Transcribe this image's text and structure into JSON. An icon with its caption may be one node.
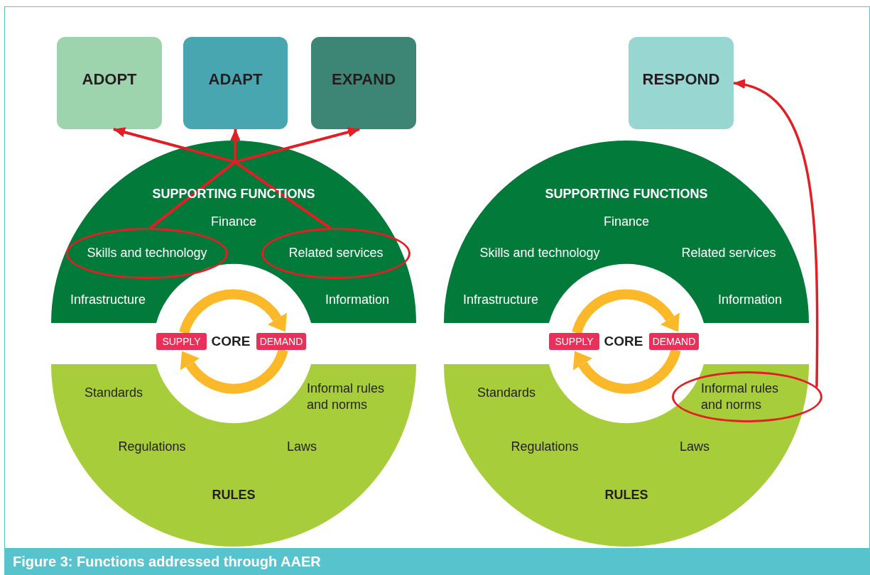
{
  "diagram": {
    "caption": "Figure 3: Functions addressed through AAER",
    "nodes": [
      {
        "text": [
          "ADOPT"
        ]
      },
      {
        "text": [
          "ADAPT"
        ]
      },
      {
        "text": [
          "EXPAND"
        ]
      },
      {
        "text": [
          "RESPOND"
        ]
      },
      {
        "text": [
          "SUPPORTING FUNCTIONS",
          "Finance",
          "Infrastructure",
          "Information"
        ]
      },
      {
        "text": [
          "Skills and technology"
        ],
        "in": 4
      },
      {
        "text": [
          "Related services"
        ],
        "in": 4
      },
      {
        "text": [
          "SUPPLY"
        ]
      },
      {
        "text": [
          "DEMAND"
        ]
      },
      {
        "text": [
          "Standards",
          "Informal rules and norms",
          "Regulations",
          "Laws",
          "RULES"
        ]
      },
      {
        "text": [
          "SUPPORTING FUNCTIONS",
          "Finance",
          "Skills and technology",
          "Related services",
          "Infrastructure",
          "Information"
        ]
      },
      {
        "text": [
          "SUPPLY"
        ]
      },
      {
        "text": [
          "DEMAND"
        ]
      },
      {
        "text": [
          "Standards",
          "Regulations",
          "Laws",
          "RULES"
        ]
      },
      {
        "text": [
          "Informal rules and norms"
        ]
      }
    ],
    "edges": [
      {
        "from": 5,
        "to": 0,
        "arrow": "to"
      },
      {
        "from": 5,
        "to": 1,
        "arrow": "to"
      },
      {
        "from": 5,
        "to": 2,
        "arrow": "to"
      },
      {
        "from": 6,
        "to": 0,
        "arrow": "to"
      },
      {
        "from": 6,
        "to": 1,
        "arrow": "to"
      },
      {
        "from": 6,
        "to": 2,
        "arrow": "to"
      },
      {
        "from": 7,
        "to": 8,
        "arrow": "to",
        "style": "thick",
        "color": "#fbb829"
      },
      {
        "from": 8,
        "to": 7,
        "arrow": "to",
        "style": "thick",
        "color": "#fbb829"
      },
      {
        "from": 11,
        "to": 12,
        "arrow": "to",
        "style": "thick",
        "color": "#fbb829"
      },
      {
        "from": 12,
        "to": 11,
        "arrow": "to",
        "style": "thick",
        "color": "#fbb829"
      },
      {
        "from": 14,
        "to": 3,
        "arrow": "to"
      }
    ],
    "labels": [
      "CORE",
      "CORE"
    ]
  }
}
